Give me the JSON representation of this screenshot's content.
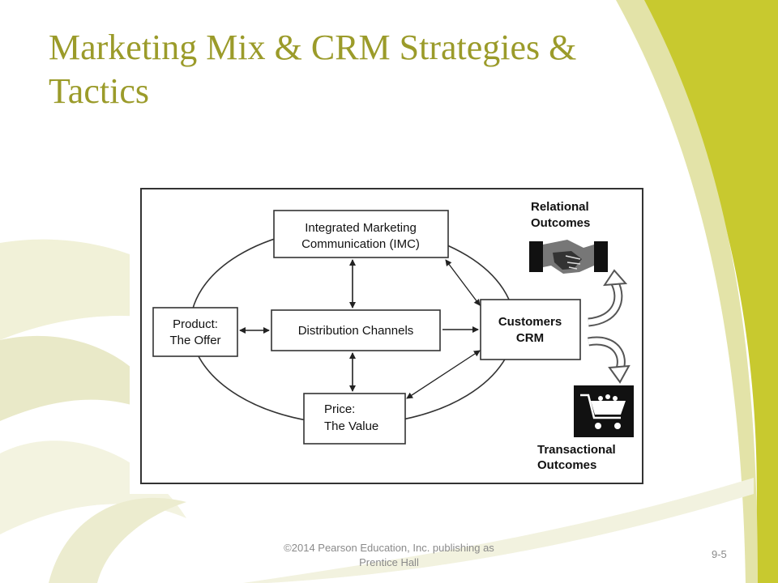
{
  "slide": {
    "title": "Marketing Mix & CRM Strategies & Tactics",
    "footer": "©2014 Pearson Education, Inc. publishing as Prentice Hall",
    "page_number": "9-5"
  },
  "diagram": {
    "imc_line1": "Integrated Marketing",
    "imc_line2": "Communication (IMC)",
    "product_line1": "Product:",
    "product_line2": "The Offer",
    "distribution": "Distribution Channels",
    "price_line1": "Price:",
    "price_line2": "The Value",
    "customers_line1": "Customers",
    "customers_line2": "CRM",
    "relational_line1": "Relational",
    "relational_line2": "Outcomes",
    "transactional_line1": "Transactional",
    "transactional_line2": "Outcomes"
  },
  "icons": [
    "handshake-icon",
    "shopping-cart-icon"
  ],
  "colors": {
    "title": "#9b9b2a",
    "accent_green": "#c8c92f",
    "light_swirl": "#eeeedd"
  }
}
